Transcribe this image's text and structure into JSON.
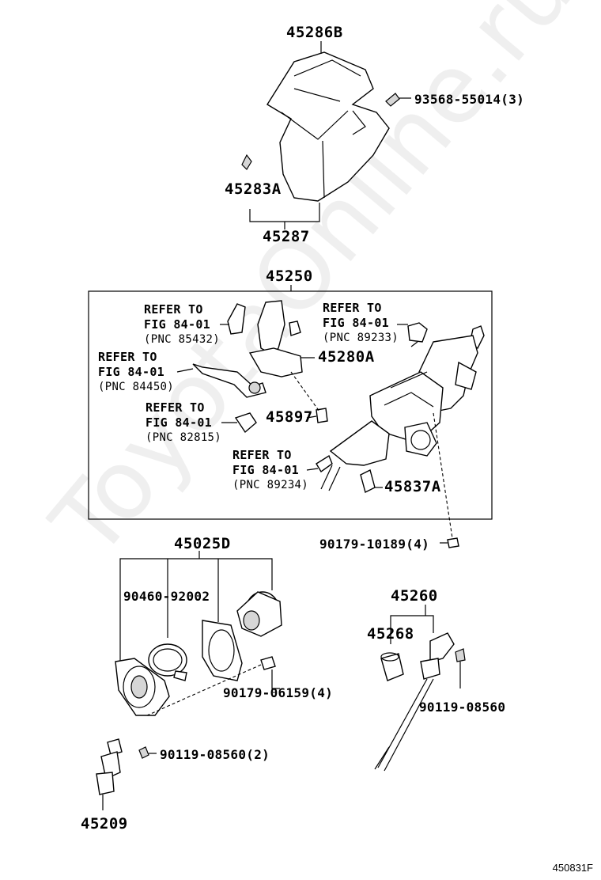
{
  "diagram": {
    "watermark": "ToyotaOnline.ru",
    "figure_code": "450831F",
    "labels": {
      "p45286B": "45286B",
      "p93568": "93568-55014(3)",
      "p45283A": "45283A",
      "p45287": "45287",
      "p45250": "45250",
      "p45280A": "45280A",
      "p45897": "45897",
      "p45837A": "45837A",
      "p90179_10189": "90179-10189(4)",
      "p45025D": "45025D",
      "p90460": "90460-92002",
      "p90179_06159": "90179-06159(4)",
      "p90119_2": "90119-08560(2)",
      "p45209": "45209",
      "p45260": "45260",
      "p45268": "45268",
      "p90119": "90119-08560"
    },
    "refs": [
      {
        "line1": "REFER TO",
        "line2": "FIG 84-01",
        "pnc": "(PNC 85432)"
      },
      {
        "line1": "REFER TO",
        "line2": "FIG 84-01",
        "pnc": "(PNC 89233)"
      },
      {
        "line1": "REFER TO",
        "line2": "FIG 84-01",
        "pnc": "(PNC 84450)"
      },
      {
        "line1": "REFER TO",
        "line2": "FIG 84-01",
        "pnc": "(PNC 82815)"
      },
      {
        "line1": "REFER TO",
        "line2": "FIG 84-01",
        "pnc": "(PNC 89234)"
      }
    ]
  }
}
